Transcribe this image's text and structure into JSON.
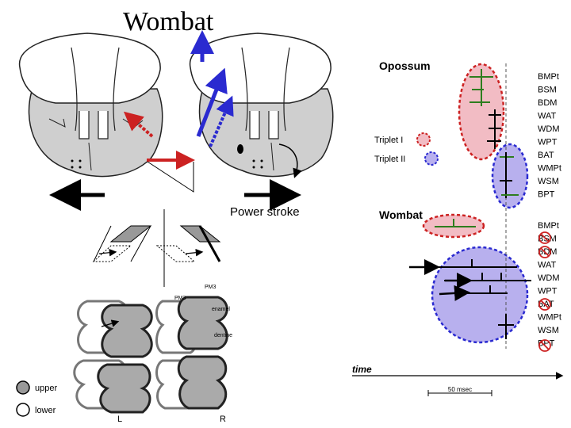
{
  "title": "Wombat",
  "power_stroke": "Power stroke",
  "legend_upper": "upper",
  "legend_lower": "lower",
  "side_left": "L",
  "side_right": "R",
  "pm_left": "PM3",
  "pm_right": "PM3",
  "enamel": "enamel",
  "dentine": "dentine",
  "opossum": "Opossum",
  "wombat_chart": "Wombat",
  "triplet1": "Triplet I",
  "triplet2": "Triplet II",
  "muscles_opossum": [
    "BMPt",
    "BSM",
    "BDM",
    "WAT",
    "WDM",
    "WPT",
    "BAT",
    "WMPt",
    "WSM",
    "BPT"
  ],
  "muscles_wombat": [
    "BMPt",
    "BSM",
    "BDM",
    "WAT",
    "WDM",
    "WPT",
    "BAT",
    "WMPt",
    "WSM",
    "BPT"
  ],
  "time_label": "time",
  "scale_label": "50 msec",
  "colors": {
    "red": "#cc2222",
    "blue": "#2a2ad0",
    "green": "#2e7d1e",
    "pink": "#f2bcc4",
    "lavender": "#b8b0ee",
    "skull": "#cfcfcf"
  }
}
